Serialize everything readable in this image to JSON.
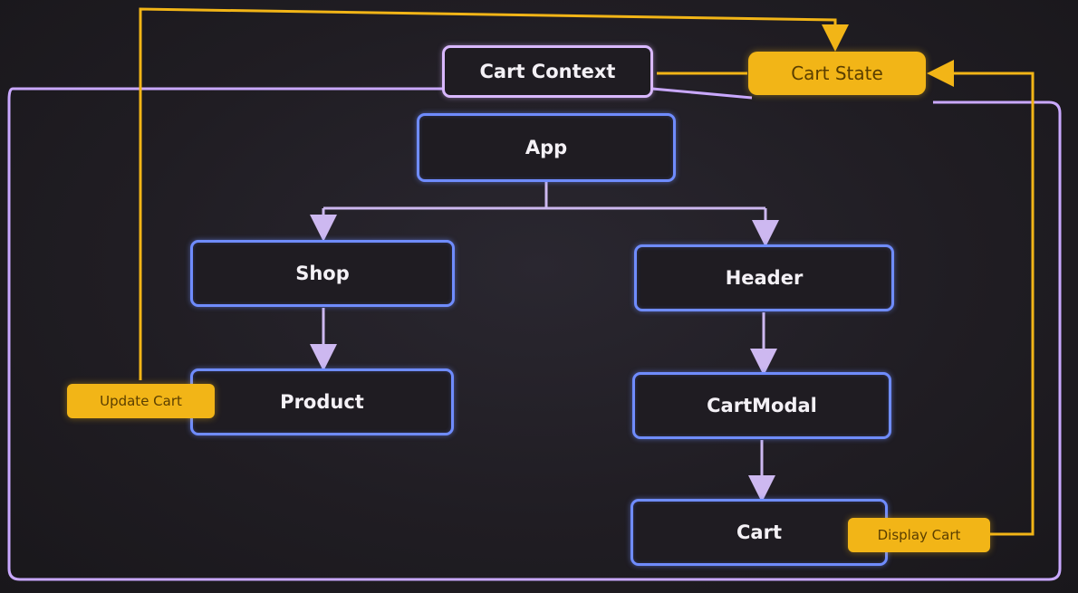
{
  "nodes": {
    "cart_context": "Cart Context",
    "cart_state": "Cart State",
    "app": "App",
    "shop": "Shop",
    "header": "Header",
    "product": "Product",
    "cart_modal": "CartModal",
    "cart": "Cart"
  },
  "labels": {
    "update_cart": "Update Cart",
    "display_cart": "Display Cart"
  },
  "colors": {
    "component_border": "#6f8cff",
    "context_border": "#d9b8ff",
    "state_fill": "#f2b517",
    "background": "#1c1a1e"
  }
}
